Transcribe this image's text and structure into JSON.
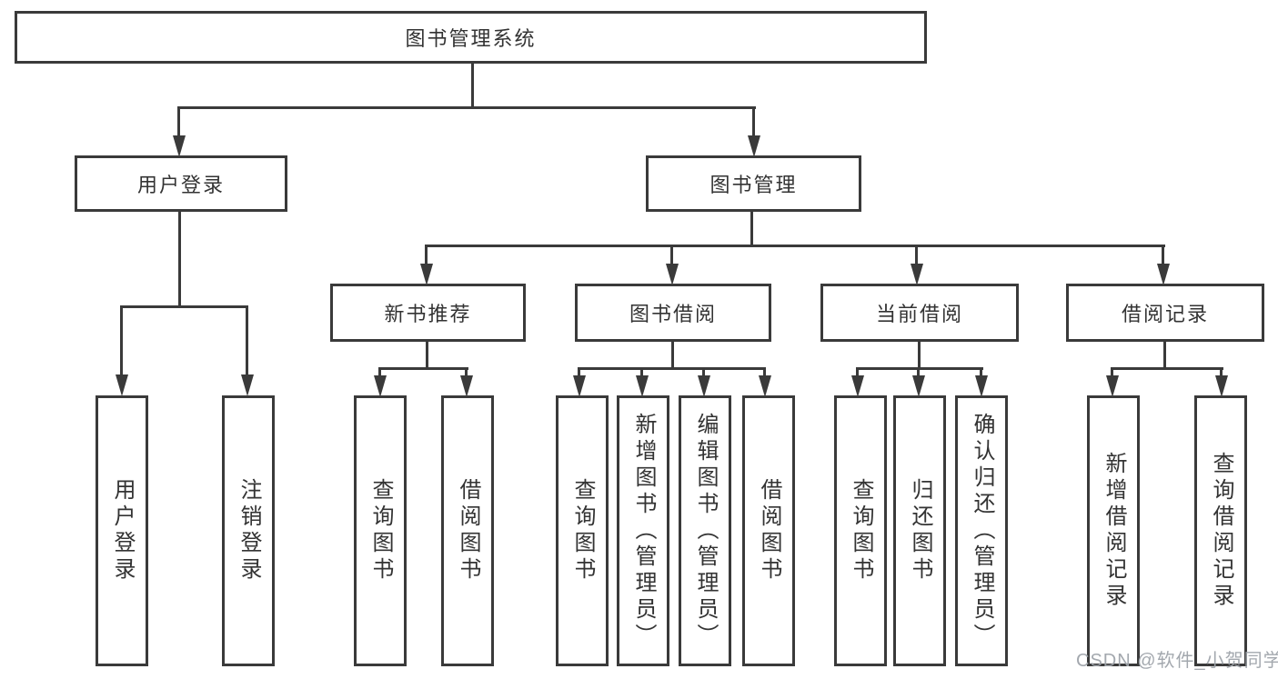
{
  "diagram": {
    "root": {
      "label": "图书管理系统",
      "children": [
        {
          "label": "用户登录",
          "children": [
            {
              "label": "用户登录"
            },
            {
              "label": "注销登录"
            }
          ]
        },
        {
          "label": "图书管理",
          "children": [
            {
              "label": "新书推荐",
              "children": [
                {
                  "label": "查询图书"
                },
                {
                  "label": "借阅图书"
                }
              ]
            },
            {
              "label": "图书借阅",
              "children": [
                {
                  "label": "查询图书"
                },
                {
                  "label": "新增图书（管理员）"
                },
                {
                  "label": "编辑图书（管理员）"
                },
                {
                  "label": "借阅图书"
                }
              ]
            },
            {
              "label": "当前借阅",
              "children": [
                {
                  "label": "查询图书"
                },
                {
                  "label": "归还图书"
                },
                {
                  "label": "确认归还（管理员）"
                }
              ]
            },
            {
              "label": "借阅记录",
              "children": [
                {
                  "label": "新增借阅记录"
                },
                {
                  "label": "查询借阅记录"
                }
              ]
            }
          ]
        }
      ]
    },
    "watermark": "CSDN @软件_小贺同学",
    "colors": {
      "line": "#3a3a3a",
      "text": "#333333",
      "background": "#ffffff",
      "watermark": "#9ea3aa"
    }
  }
}
